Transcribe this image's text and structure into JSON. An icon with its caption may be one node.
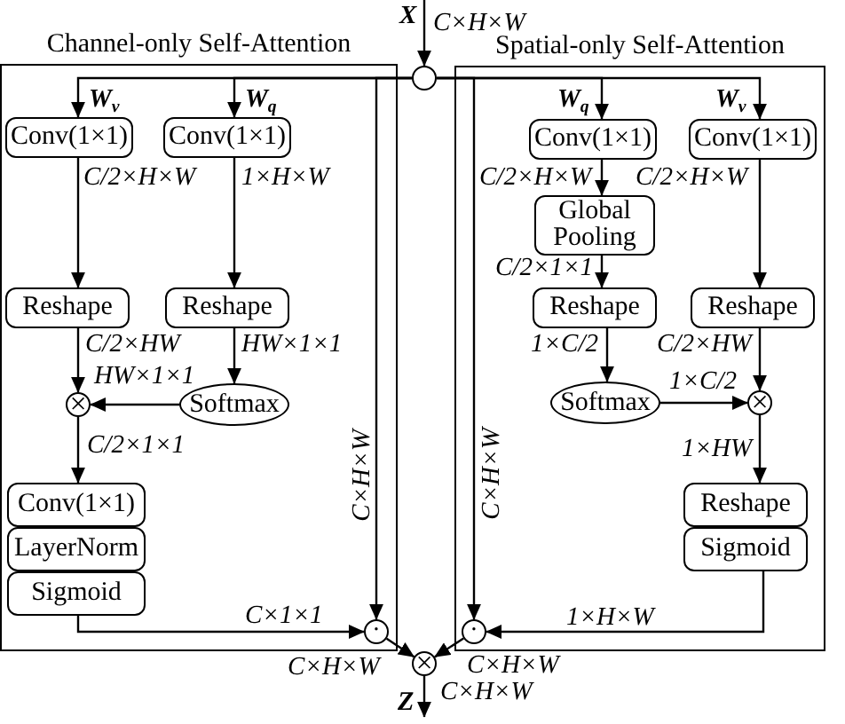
{
  "diagram": {
    "nodes": [
      {
        "text": [
          "Channel-only Self-Attention"
        ]
      },
      {
        "text": [
          "Conv(1×1)"
        ],
        "in": 0
      },
      {
        "text": [
          "Conv(1×1)"
        ],
        "in": 0
      },
      {
        "text": [
          "Reshape"
        ],
        "in": 0
      },
      {
        "text": [
          "Reshape"
        ],
        "in": 0
      },
      {
        "text": [
          "×"
        ],
        "in": 0
      },
      {
        "text": [
          "Softmax"
        ],
        "in": 0
      },
      {
        "text": [
          "Conv(1×1)"
        ],
        "in": 0
      },
      {
        "text": [
          "LayerNorm"
        ],
        "in": 0
      },
      {
        "text": [
          "Sigmoid"
        ],
        "in": 0
      },
      {
        "text": [
          "·"
        ],
        "in": 0
      },
      {
        "text": [],
        "shape": "circle"
      },
      {
        "text": [
          "Spatial-only Self-Attention"
        ]
      },
      {
        "text": [
          "Conv(1×1)"
        ],
        "in": 12
      },
      {
        "text": [
          "Conv(1×1)"
        ],
        "in": 12
      },
      {
        "text": [
          "Global Pooling"
        ],
        "in": 12
      },
      {
        "text": [
          "Reshape"
        ],
        "in": 12
      },
      {
        "text": [
          "Reshape"
        ],
        "in": 12
      },
      {
        "text": [
          "Softmax"
        ],
        "in": 12
      },
      {
        "text": [
          "×"
        ],
        "in": 12
      },
      {
        "text": [
          "Reshape"
        ],
        "in": 12
      },
      {
        "text": [
          "Sigmoid"
        ],
        "in": 12
      },
      {
        "text": [
          "·"
        ],
        "in": 12
      },
      {
        "text": [
          "×"
        ]
      },
      {
        "text": [
          "Z"
        ]
      }
    ],
    "edges": [
      {
        "from": null,
        "to": 11,
        "arrow": "to",
        "label": "X"
      },
      {
        "from": 11,
        "to": 1,
        "arrow": "to",
        "label": "W$_{v}$"
      },
      {
        "from": 11,
        "to": 2,
        "arrow": "to",
        "label": "W$_{q}$"
      },
      {
        "from": 1,
        "to": 3,
        "arrow": "to",
        "label": "C/2×H×W"
      },
      {
        "from": 2,
        "to": 4,
        "arrow": "to",
        "label": "1×H×W"
      },
      {
        "from": 3,
        "to": 5,
        "arrow": "to",
        "label": "C/2×HW"
      },
      {
        "from": 4,
        "to": 6,
        "arrow": "to",
        "label": "HW×1×1"
      },
      {
        "from": 6,
        "to": 5,
        "arrow": "to",
        "label": "HW×1×1"
      },
      {
        "from": 5,
        "to": 7,
        "arrow": "to",
        "label": "C/2×1×1"
      },
      {
        "from": 9,
        "to": 10,
        "arrow": "to",
        "label": "C×1×1"
      },
      {
        "from": 11,
        "to": 10,
        "arrow": "to",
        "label": "C×H×W"
      },
      {
        "from": 10,
        "to": 23,
        "arrow": "to",
        "label": "C×H×W"
      },
      {
        "from": 11,
        "to": 13,
        "arrow": "to",
        "label": "W$_{q}$"
      },
      {
        "from": 11,
        "to": 14,
        "arrow": "to",
        "label": "W$_{v}$"
      },
      {
        "from": 13,
        "to": 15,
        "arrow": "to",
        "label": "C/2×H×W"
      },
      {
        "from": 14,
        "to": 17,
        "arrow": "to",
        "label": "C/2×H×W"
      },
      {
        "from": 15,
        "to": 16,
        "arrow": "to",
        "label": "C/2×1×1"
      },
      {
        "from": 16,
        "to": 18,
        "arrow": "to",
        "label": "1×C/2"
      },
      {
        "from": 17,
        "to": 19,
        "arrow": "to",
        "label": "C/2×HW"
      },
      {
        "from": 18,
        "to": 19,
        "arrow": "to",
        "label": "1×C/2"
      },
      {
        "from": 19,
        "to": 20,
        "arrow": "to",
        "label": "1×HW"
      },
      {
        "from": 21,
        "to": 22,
        "arrow": "to",
        "label": "1×H×W"
      },
      {
        "from": 11,
        "to": 22,
        "arrow": "to",
        "label": "C×H×W"
      },
      {
        "from": 22,
        "to": 23,
        "arrow": "to",
        "label": "C×H×W"
      },
      {
        "from": 23,
        "to": 24,
        "arrow": "to",
        "label": "C×H×W"
      }
    ],
    "labels": [
      "C×H×W"
    ]
  }
}
